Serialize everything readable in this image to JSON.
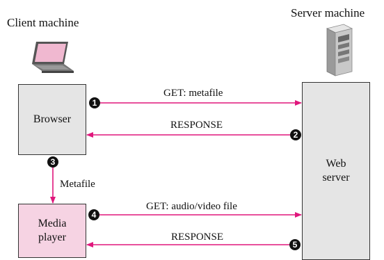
{
  "client": {
    "title": "Client machine",
    "browser_label": "Browser",
    "media_player_lines": [
      "Media",
      "player"
    ]
  },
  "server": {
    "title": "Server machine",
    "web_server_lines": [
      "Web",
      "server"
    ]
  },
  "messages": {
    "get_metafile": "GET: metafile",
    "response1": "RESPONSE",
    "metafile": "Metafile",
    "get_av": "GET: audio/video file",
    "response2": "RESPONSE"
  },
  "steps": [
    "1",
    "2",
    "3",
    "4",
    "5"
  ],
  "colors": {
    "arrow": "#e0177c",
    "box_gray": "#e5e5e5",
    "box_pink": "#f6d3e3",
    "step_badge": "#111111",
    "laptop_screen": "#f0b8d0",
    "server_body": "#c8c8c8"
  }
}
